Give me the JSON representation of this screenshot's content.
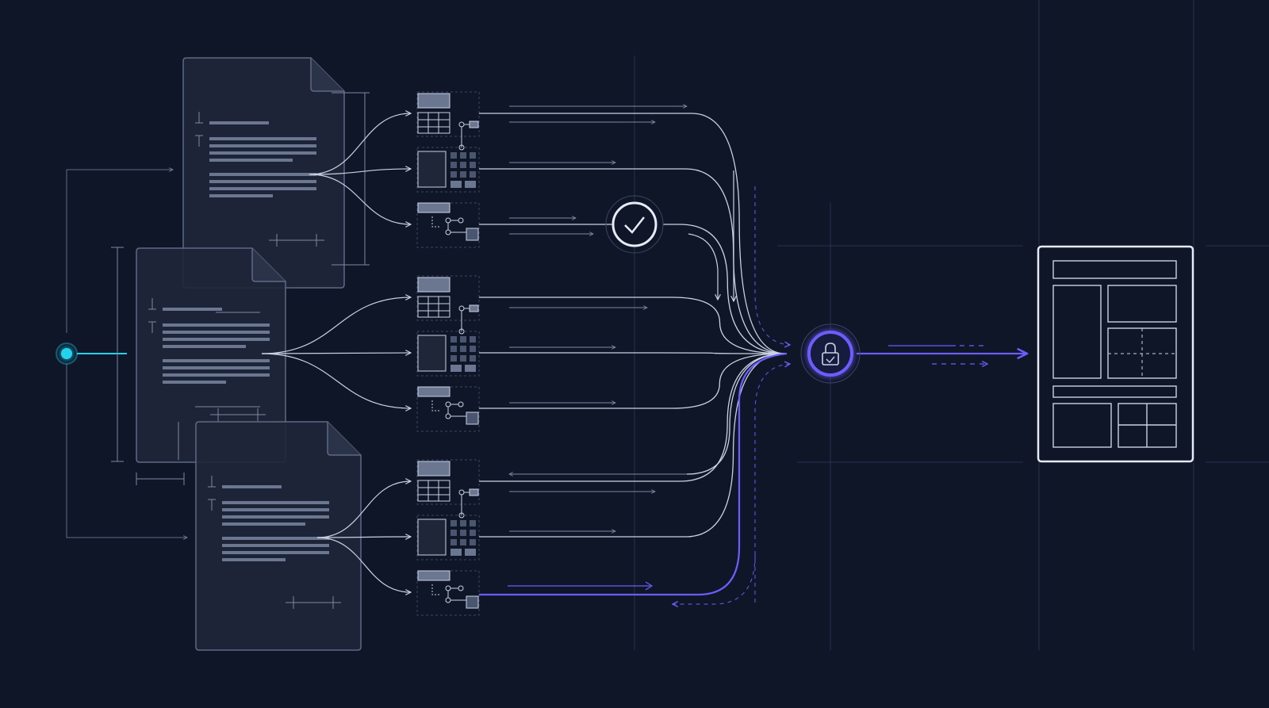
{
  "colors": {
    "background": "#0e1628",
    "line": "#c9d2e3",
    "line_dim": "#4a5670",
    "grid": "#2a3550",
    "doc_fill": "#1e2638",
    "doc_stroke": "#5d6a85",
    "source_dot": "#22d3ee",
    "secure_path": "#6d5dfc",
    "output_stroke": "#e6ebf5"
  },
  "icons": {
    "source": "source-dot-icon",
    "validate": "checkmark-icon",
    "secure": "lock-icon",
    "output": "layout-template-icon"
  },
  "diagram": {
    "documents": 3,
    "extracted_components_per_document": 3,
    "component_kinds": [
      "table-component",
      "layout-component",
      "tree-component"
    ],
    "has_text": false
  }
}
